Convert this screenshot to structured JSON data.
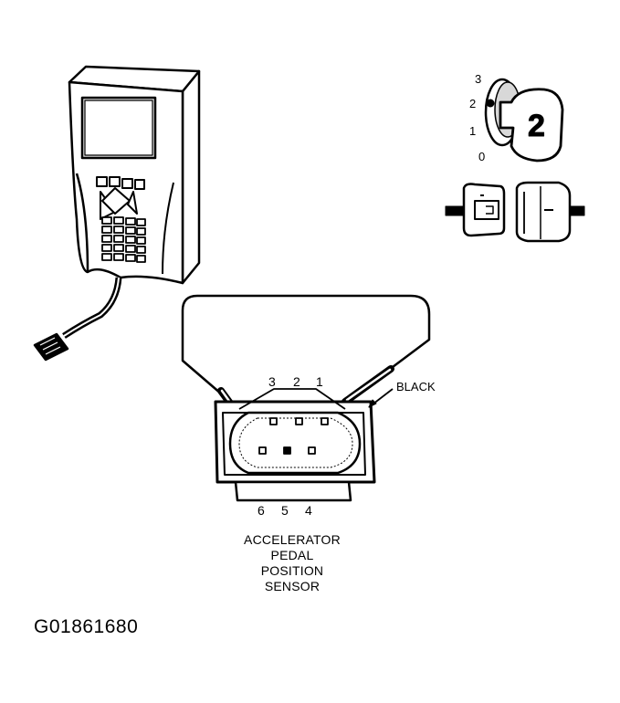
{
  "key_positions": [
    "3",
    "2",
    "1",
    "0"
  ],
  "key_number": "2",
  "pin_labels_top": [
    "3",
    "2",
    "1"
  ],
  "pin_labels_bottom": [
    "6",
    "5",
    "4"
  ],
  "wire_label": "BLACK",
  "caption_lines": [
    "ACCELERATOR",
    "PEDAL",
    "POSITION",
    "SENSOR"
  ],
  "figure_id": "G01861680",
  "colors": {
    "ink": "#000000",
    "paper": "#ffffff",
    "shade": "#d8d8d8"
  }
}
